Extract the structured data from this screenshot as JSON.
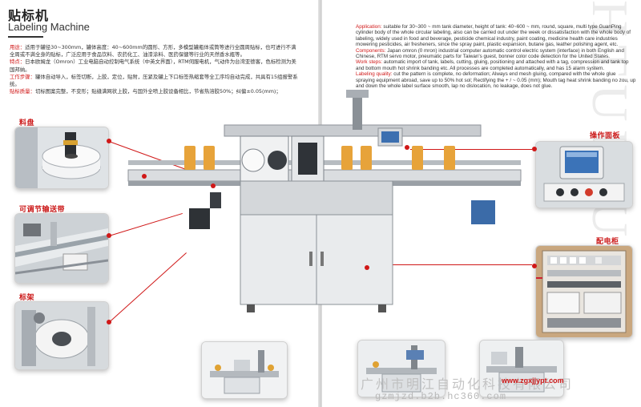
{
  "header": {
    "title_cn": "贴标机",
    "title_en": "Labeling Machine"
  },
  "cn_spec": [
    {
      "label": "用途：",
      "text": "适用于罐径30~300mm，罐体高度：40~600mm的圆形、方形，多模型罐瓶体或筒等进行全圆周贴标，也可进行不满全周或不满全身的贴标，广泛应用于食品饮料、农药化工、油漆涂料、医药保健等行业的天然香水瓶等。"
    },
    {
      "label": "特点：",
      "text": "日本欧姆龙（Omron）工业电脑自动控制电气系统（中英文界面），RTM伺服电机，气动件为台湾亚德客，色标检测为美国邦纳。"
    },
    {
      "label": "工作步骤：",
      "text": "罐体自动导入，标签切断，上胶，定位，贴附，压紧及罐上下口标签热缩套等全工序均自动完成，共具有15组报警系统。"
    },
    {
      "label": "贴标质量：",
      "text": "切标图案完整，不变形；贴缝满网状上胶，与国外全喷上胶设备相比，节省热溶胶50%；纠偏±0.05(mm)；"
    }
  ],
  "en_spec": [
    {
      "label": "Application:",
      "text": "suitable for 30~300 ~ mm tank diameter, height of tank: 40~600 ~ mm, round, square, multi type GuanPing cylinder body of the whole circular labeling, also can be carried out under the week or dissatisfaction with the whole body of labeling, widely used in food and beverage, pesticide chemical industry, paint coating, medicine health care industries mowering pesticides, air fresheners, since the spray paint, plastic expansion, butane gas, leather polishing agent, etc."
    },
    {
      "label": "Components:",
      "text": "Japan omron (0 mron) industrial computer automatic control electric system (interface) in both English and Chinese, RTM servo motor, pneumatic parts for Taiwan's guest, bonner color code detection for the United States."
    },
    {
      "label": "Work steps:",
      "text": "automatic import of tank, labels, cutting, gluing, positioning and attached with a tag, compression and tank top and bottom mouth hot shrink banding etc. All processes are completed automatically, and has 15 alarm system."
    },
    {
      "label": "Labeling quality:",
      "text": "cut the pattern is complete, no deformation; Always end mesh gluing, compared with the whole glue spraying equipment abroad, save up to 50% hot sol; Rectifying the + / ~ 0.05 (mm); Mouth tag heat shrink banding no zou, up and down the whole label surface smooth, lap no dislocation, no leakage, does not glue."
    }
  ],
  "callouts": {
    "material_tray": "料盘",
    "adjustable_conveyor": "可调节输送带",
    "label_rack": "标架",
    "operation_panel": "操作面板",
    "electrical_cabinet": "配电柜"
  },
  "watermark_letters": "HTUIAU",
  "footer": {
    "company": "广州市明江自动化科技有限公司",
    "url": "gzmjzd.b2b.hc360.com",
    "site": "www.zgxjjypt.com"
  },
  "colors": {
    "accent_red": "#d01818",
    "machine_steel": "#c9ccd0",
    "bottle_orange": "#e7a33a"
  }
}
